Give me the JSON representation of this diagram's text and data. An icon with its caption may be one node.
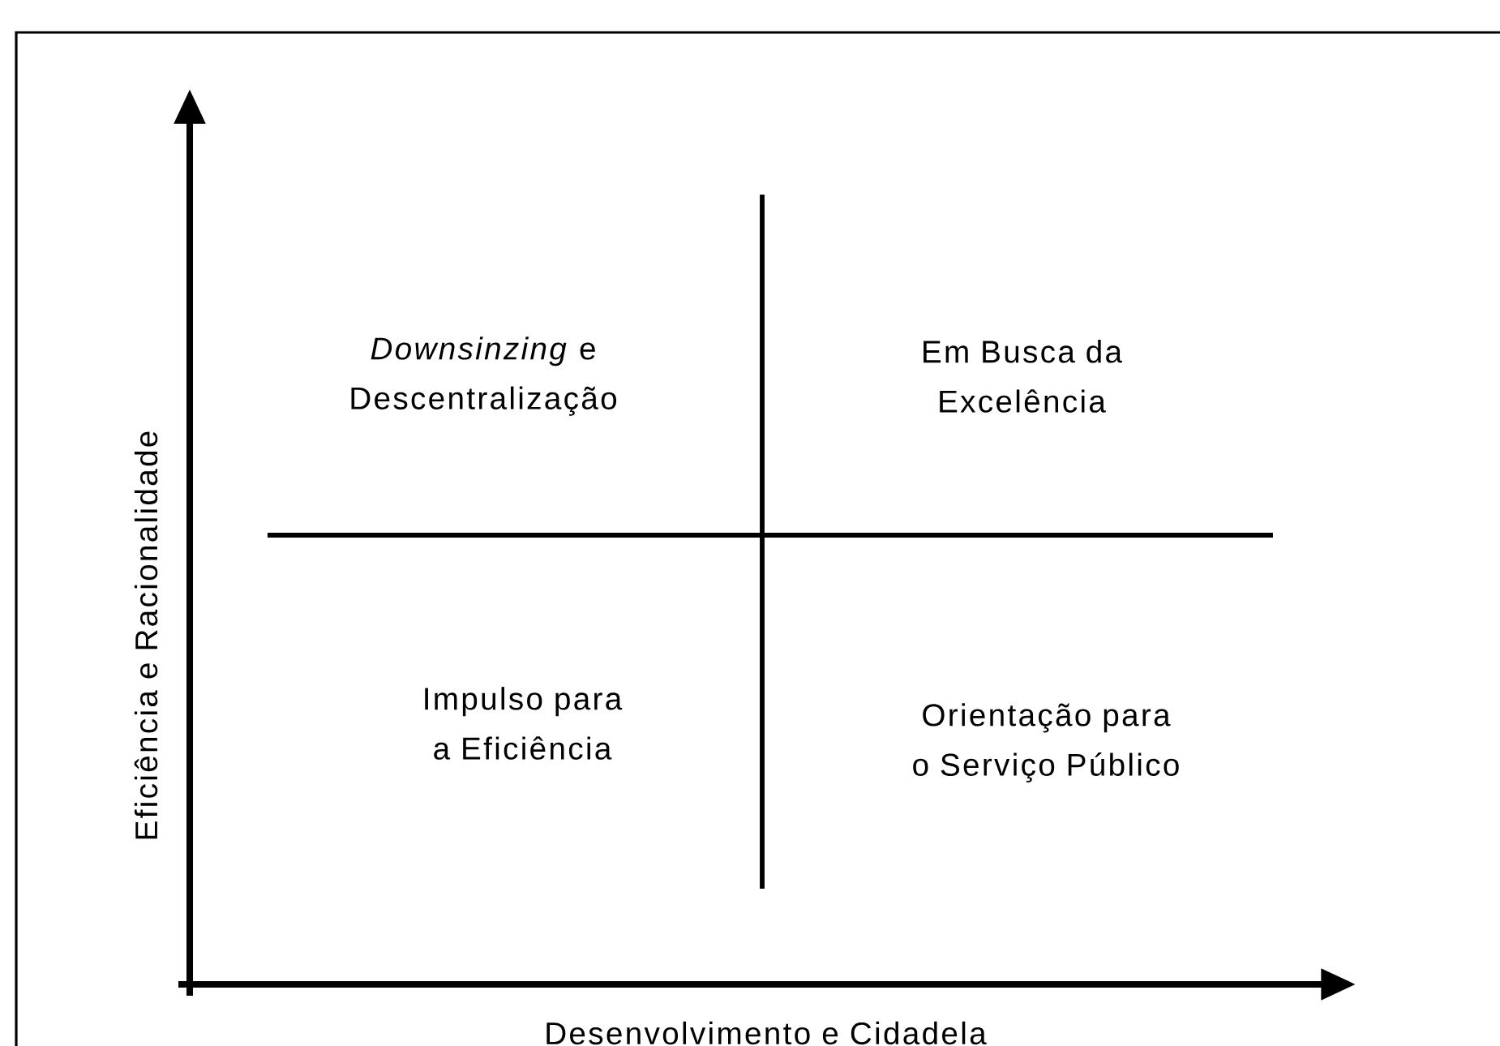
{
  "diagram": {
    "labels": [
      "*Downsinzing* e Descentralização",
      "Em Busca da Excelência",
      "Impulso para a Eficiência",
      "Orientação para o Serviço Público",
      "Eficiência e Racionalidade",
      "Desenvolvimento e Cidadela"
    ]
  }
}
